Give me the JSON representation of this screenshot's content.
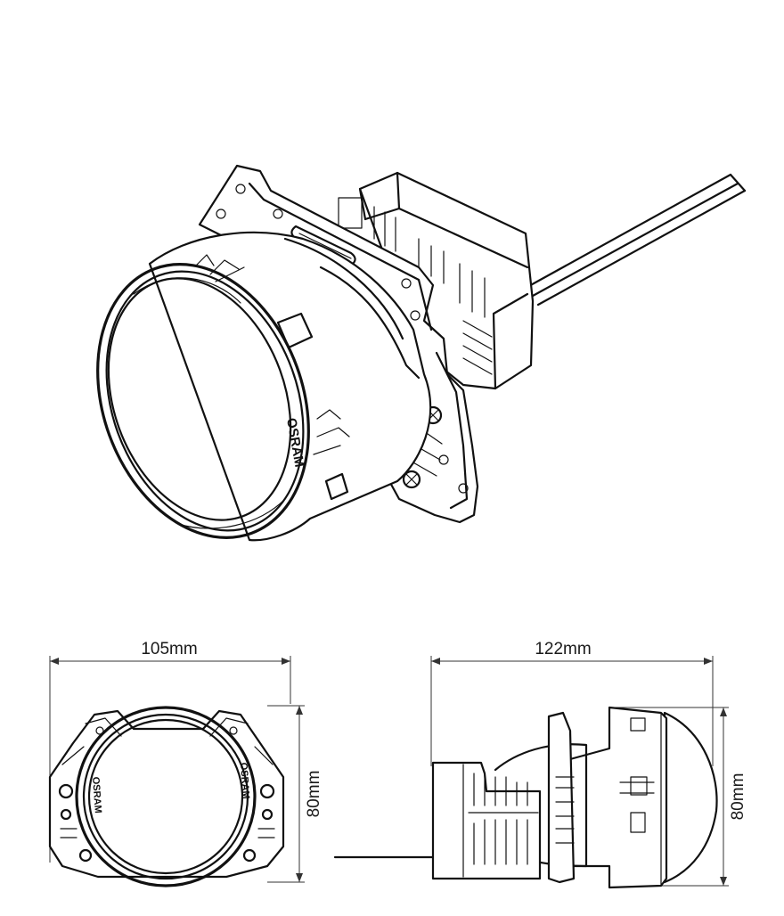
{
  "product": {
    "brand_label": "OSRAM"
  },
  "front_view": {
    "width_label": "105mm",
    "height_label": "80mm",
    "brand_label": "OSRAM",
    "brand_label_2": "OSRAM"
  },
  "side_view": {
    "length_label": "122mm",
    "height_label": "80mm"
  }
}
